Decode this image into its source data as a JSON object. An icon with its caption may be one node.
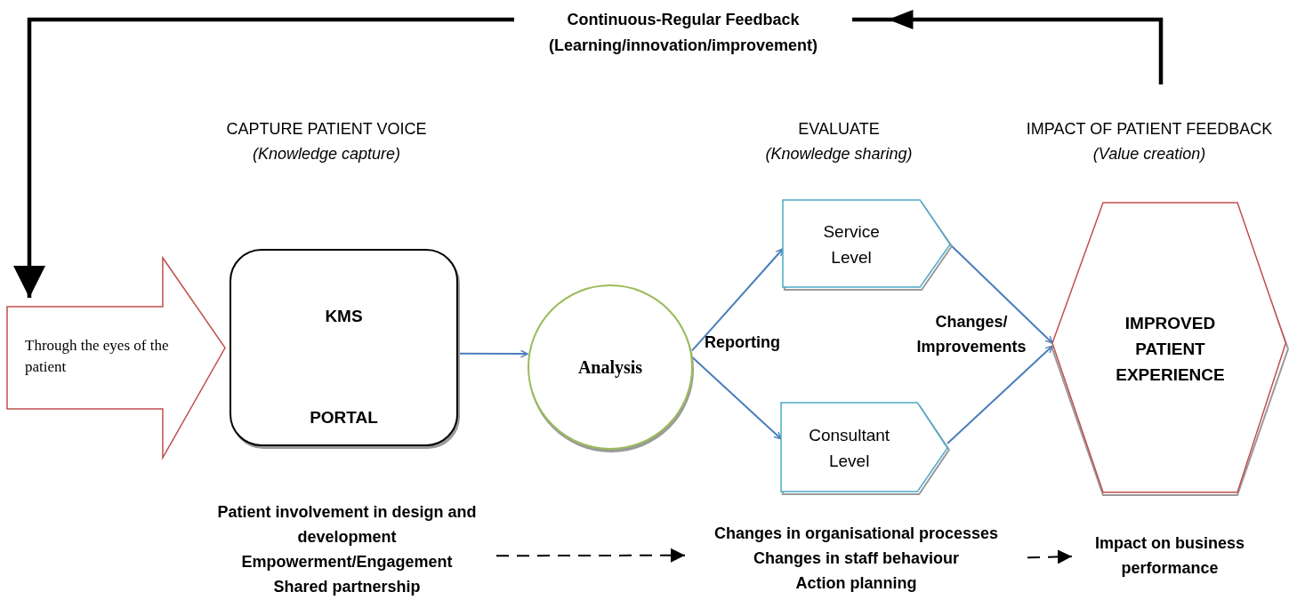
{
  "diagram": {
    "nodes": [
      {
        "text": [
          "Through the eyes of the patient"
        ]
      },
      {
        "text": [
          "KMS",
          "PORTAL"
        ]
      },
      {
        "text": [
          "Analysis"
        ]
      },
      {
        "text": [
          "Service Level"
        ]
      },
      {
        "text": [
          "Consultant Level"
        ]
      },
      {
        "text": [
          "IMPROVED PATIENT EXPERIENCE"
        ]
      },
      {
        "text": [
          "Patient involvement in design and development",
          "Empowerment/Engagement",
          "Shared partnership"
        ]
      },
      {
        "text": [
          "Changes in organisational processes",
          "Changes in staff behaviour",
          "Action planning"
        ]
      },
      {
        "text": [
          "Impact on business performance"
        ]
      }
    ],
    "edges": [
      {
        "from": 1,
        "to": 2,
        "arrow": "to"
      },
      {
        "from": 2,
        "to": 3,
        "arrow": "to"
      },
      {
        "from": 2,
        "to": 4,
        "arrow": "to"
      },
      {
        "from": 3,
        "to": 5,
        "arrow": "to"
      },
      {
        "from": 4,
        "to": 5,
        "arrow": "to"
      },
      {
        "from": 6,
        "to": 7,
        "arrow": "to",
        "style": "dashed",
        "color": "#000000"
      },
      {
        "from": 7,
        "to": 8,
        "arrow": "to",
        "style": "dashed",
        "color": "#000000"
      },
      {
        "from": null,
        "to": 0,
        "arrow": "to",
        "label": "Continuous-Regular Feedback (Learning/innovation/improvement)",
        "style": "thick",
        "color": "#000000"
      }
    ],
    "labels": [
      "CAPTURE PATIENT VOICE",
      "(Knowledge capture)",
      "EVALUATE",
      "(Knowledge sharing)",
      "IMPACT OF PATIENT FEEDBACK",
      "(Value creation)",
      "Reporting",
      "Changes/ Improvements"
    ]
  }
}
